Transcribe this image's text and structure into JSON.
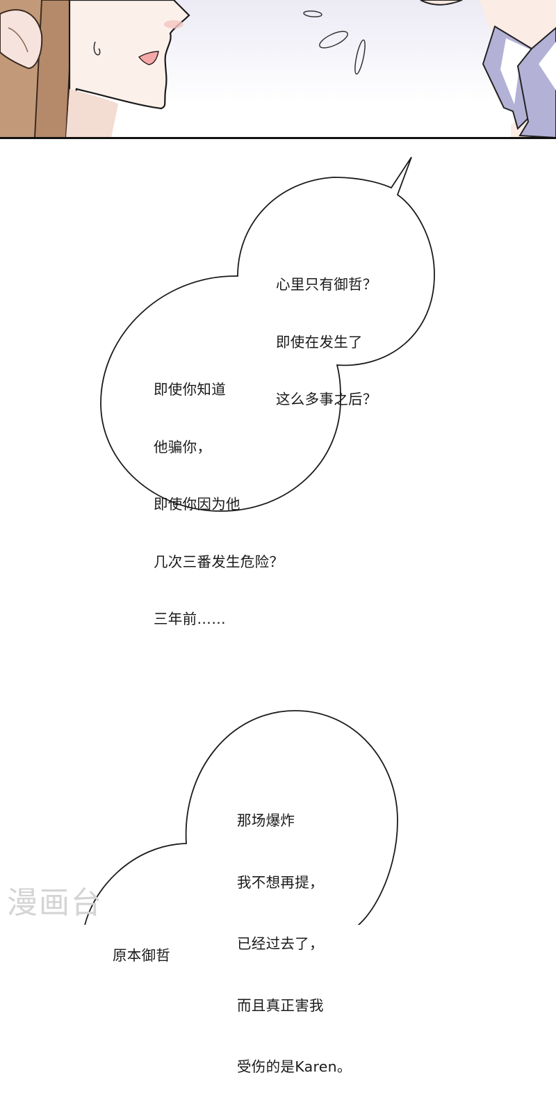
{
  "comic": {
    "panel_top": {
      "description": "close-up of girl with sweat drop and open mouth; man in lavender jacket at right",
      "colors": {
        "skin": "#fbeee8",
        "hair": "#b48a6a",
        "jacket": "#b3b1d6",
        "mouth": "#f4a9a8",
        "background_tint": "#eceaf4"
      }
    },
    "bubble_1": {
      "top_lines": [
        "心里只有御哲？",
        "即使在发生了",
        "这么多事之后？"
      ],
      "bottom_lines": [
        "即使你知道",
        "他骗你，",
        "即使你因为他",
        "几次三番发生危险？",
        "三年前……"
      ]
    },
    "bubble_2": {
      "top_lines": [
        "那场爆炸",
        "我不想再提，",
        "已经过去了，",
        "而且真正害我",
        "受伤的是Karen。"
      ],
      "bottom_lines": [
        "原本御哲"
      ]
    },
    "watermark": "漫画台"
  }
}
